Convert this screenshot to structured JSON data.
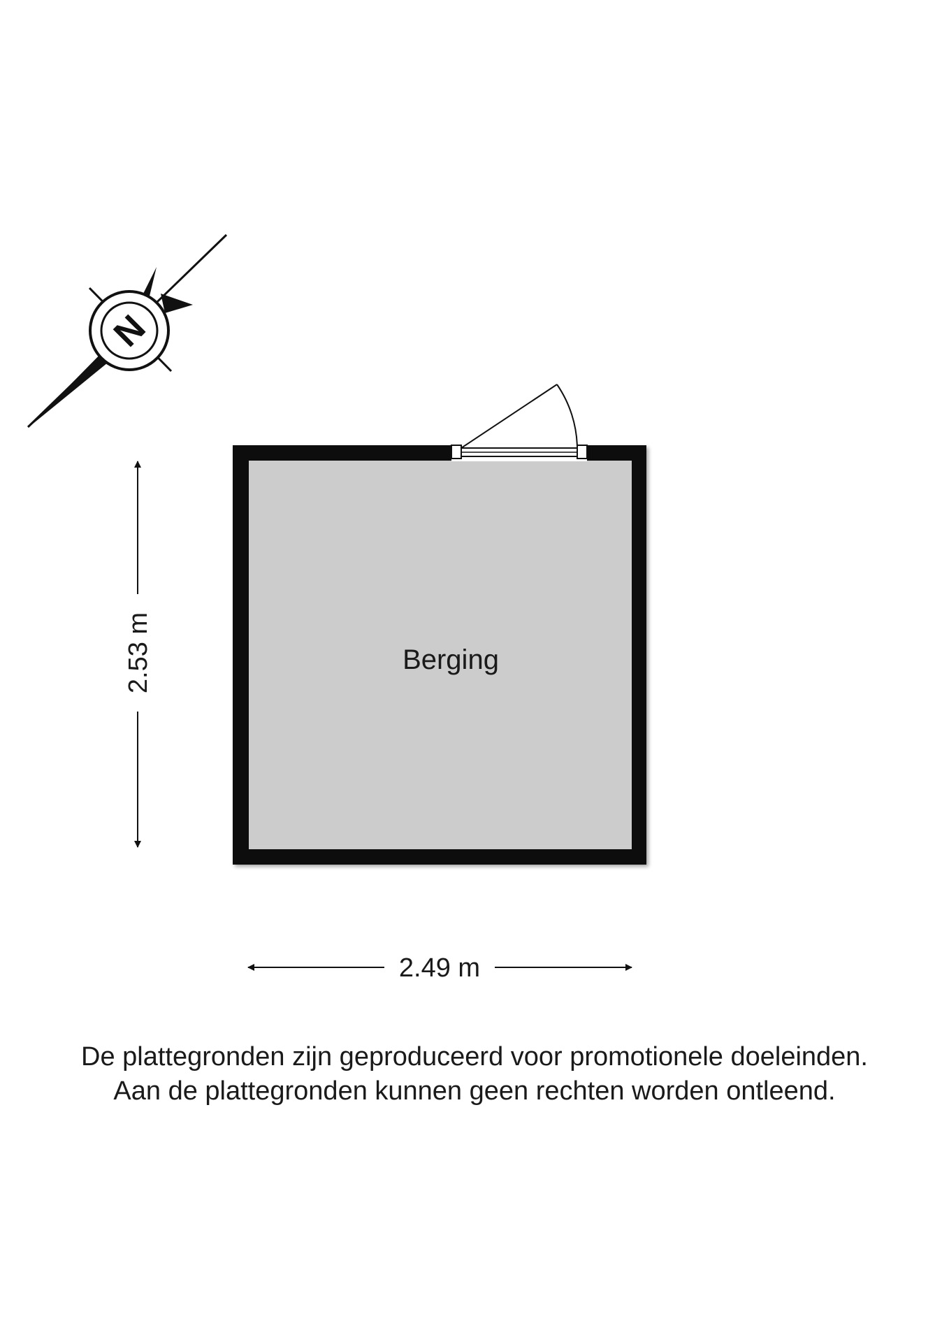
{
  "compass": {
    "letter": "N",
    "icon": "north-arrow-icon"
  },
  "room": {
    "name": "Berging",
    "floor_color": "#cccccc",
    "wall_color": "#111111"
  },
  "dimensions": {
    "height": "2.53 m",
    "width": "2.49 m"
  },
  "disclaimer": {
    "line1": "De plattegronden zijn geproduceerd voor promotionele doeleinden.",
    "line2": "Aan de plattegronden kunnen geen rechten worden ontleend."
  }
}
